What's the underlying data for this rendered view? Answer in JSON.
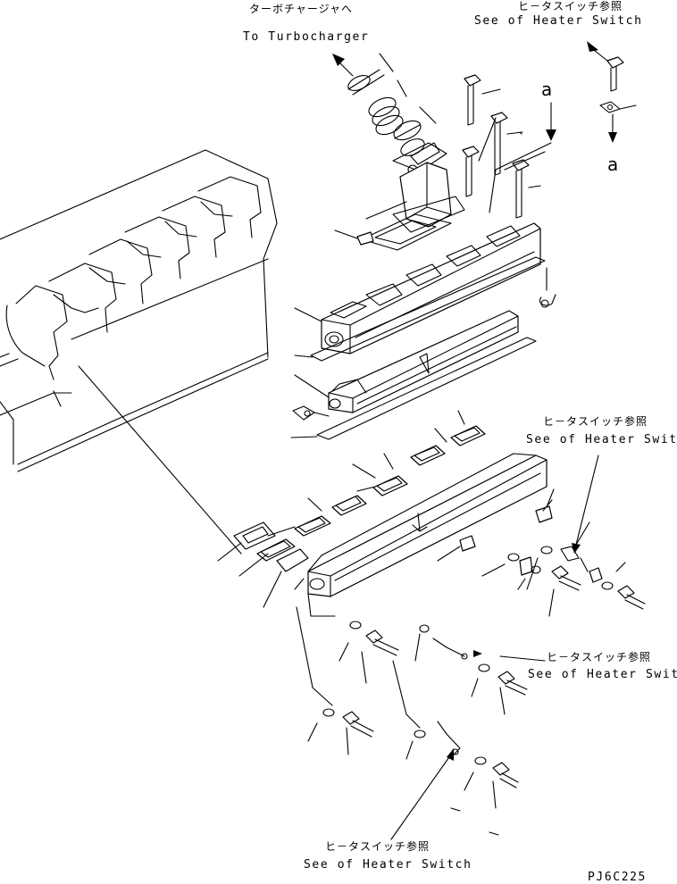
{
  "labels": {
    "turbo_jp": "ターボチャージャへ",
    "turbo_en": "To Turbocharger",
    "heater_top_jp": "ヒ－タスイッチ参照",
    "heater_top_en": "See of Heater Switch",
    "heater_mid_jp": "ヒ－タスイッチ参照",
    "heater_mid_en": "See of Heater Switch",
    "heater_right_jp": "ヒ－タスイッチ参照",
    "heater_right_en": "See of Heater Switch",
    "heater_bottom_jp": "ヒ－タスイッチ参照",
    "heater_bottom_en": "See of Heater Switch",
    "ref_a_top": "a",
    "ref_a_right": "a",
    "drawing_code": "PJ6C225"
  }
}
